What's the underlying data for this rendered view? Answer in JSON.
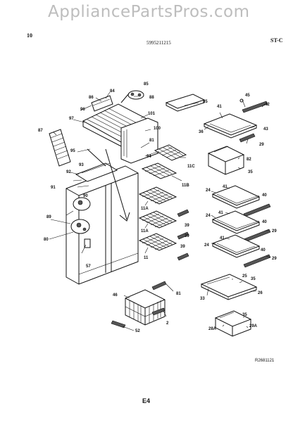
{
  "watermark": "AppliancePartsPros.com",
  "header": {
    "left": "10",
    "center": "5995211215",
    "right": "ST-C"
  },
  "footer": {
    "ref_code": "R2681121",
    "page": "E4"
  },
  "part_labels": {
    "p84": "84",
    "p85": "85",
    "p86": "86",
    "p88": "88",
    "p96": "96",
    "p97": "97",
    "p101": "101",
    "p100": "100",
    "p81a": "81",
    "p95": "95",
    "p94": "94",
    "p87": "87",
    "p93": "93",
    "p92": "92",
    "p90": "90",
    "p91": "91",
    "p89": "89",
    "p80": "80",
    "p57": "57",
    "p85b": "85",
    "p45": "45",
    "p42": "42",
    "p41a": "41",
    "p43": "43",
    "p36": "36",
    "p29a": "29",
    "p82": "82",
    "p35a": "35",
    "p11c": "11C",
    "p11b": "11B",
    "p11a1": "11A",
    "p39a": "39",
    "p11a2": "11A",
    "p39b": "39",
    "p11": "11",
    "p39c": "39",
    "p24a": "24",
    "p41b": "41",
    "p40a": "40",
    "p24b": "24",
    "p41c": "41",
    "p40b": "40",
    "p29b": "29",
    "p24c": "24",
    "p41d": "41",
    "p40c": "40",
    "p29c": "29",
    "p25": "25",
    "p35b": "35",
    "p33": "33",
    "p26": "26",
    "p81b": "81",
    "p46": "46",
    "p2": "2",
    "p52": "52",
    "p35c": "35",
    "p28a": "28A",
    "p29d": "29A"
  }
}
